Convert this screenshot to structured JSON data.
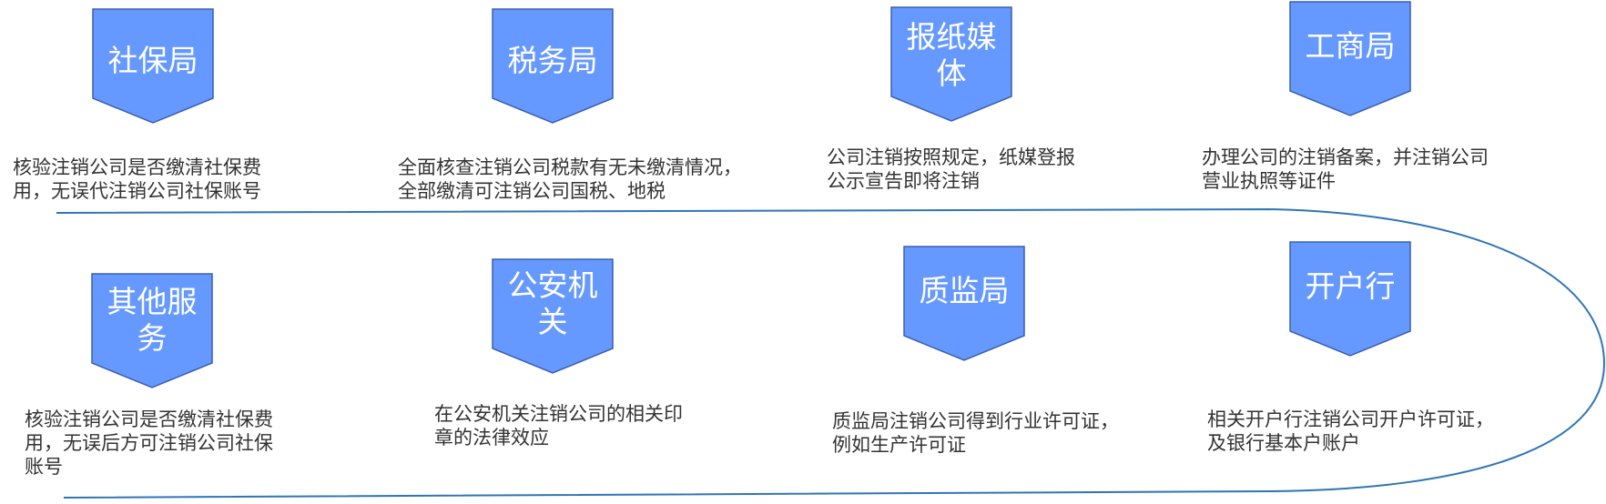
{
  "colors": {
    "badge_fill": "#6699ff",
    "badge_stroke": "#3a5fb0",
    "line": "#2e75b6",
    "text": "#333333"
  },
  "steps": [
    {
      "agency": "社保局",
      "description": "核验注销公司是否缴清社保费\n用，无误代注销公司社保账号"
    },
    {
      "agency": "税务局",
      "description": "全面核查注销公司税款有无未缴清情况，\n全部缴清可注销公司国税、地税"
    },
    {
      "agency": "报纸媒\n体",
      "description": "公司注销按照规定，纸媒登报\n公示宣告即将注销"
    },
    {
      "agency": "工商局",
      "description": "办理公司的注销备案，并注销公司\n营业执照等证件"
    },
    {
      "agency": "其他服\n务",
      "description": "核验注销公司是否缴清社保费\n用，无误后方可注销公司社保\n账号"
    },
    {
      "agency": "公安机\n关",
      "description": "在公安机关注销公司的相关印\n章的法律效应"
    },
    {
      "agency": "质监局",
      "description": "质监局注销公司得到行业许可证，\n例如生产许可证"
    },
    {
      "agency": "开户行",
      "description": "相关开户行注销公司开户许可证，\n及银行基本户账户"
    }
  ]
}
